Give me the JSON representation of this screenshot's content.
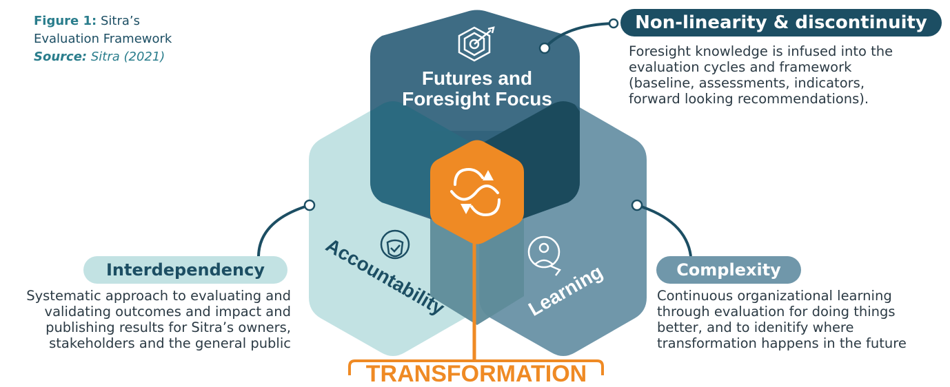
{
  "caption": {
    "figure_label": "Figure 1:",
    "figure_title_line1": "Sitra’s",
    "figure_title_line2": "Evaluation Framework",
    "source_label": "Source:",
    "source_value": "Sitra (2021)"
  },
  "hexagons": {
    "top": {
      "line1": "Futures and",
      "line2": "Foresight Focus",
      "icon": "target-icon"
    },
    "left": {
      "label": "Accountability",
      "icon": "shield-check-icon"
    },
    "right": {
      "label": "Learning",
      "icon": "learner-icon"
    },
    "center": {
      "icon": "cycle-arrows-icon"
    }
  },
  "callouts": {
    "nonlinearity": {
      "title": "Non-linearity & discontinuity",
      "lines": [
        "Foresight knowledge is infused into the",
        "evaluation cycles and framework",
        "(baseline, assessments, indicators,",
        "forward looking recommendations)."
      ]
    },
    "interdependency": {
      "title": "Interdependency",
      "lines": [
        "Systematic approach to evaluating and",
        "validating outcomes and impact and",
        "publishing results for Sitra’s owners,",
        "stakeholders and the general public"
      ]
    },
    "complexity": {
      "title": "Complexity",
      "lines": [
        "Continuous organizational learning",
        "through evaluation for doing things",
        "better, and to idenitify where",
        "transformation happens in the future"
      ]
    }
  },
  "transformation": {
    "label": "TRANSFORMATION"
  },
  "colors": {
    "top_hex": "#2e5f7a",
    "left_hex": "#c2e2e3",
    "right_hex": "#7097aa",
    "center_hex": "#ef8a24",
    "dark": "#1c4e63",
    "orange": "#ef8a24"
  }
}
